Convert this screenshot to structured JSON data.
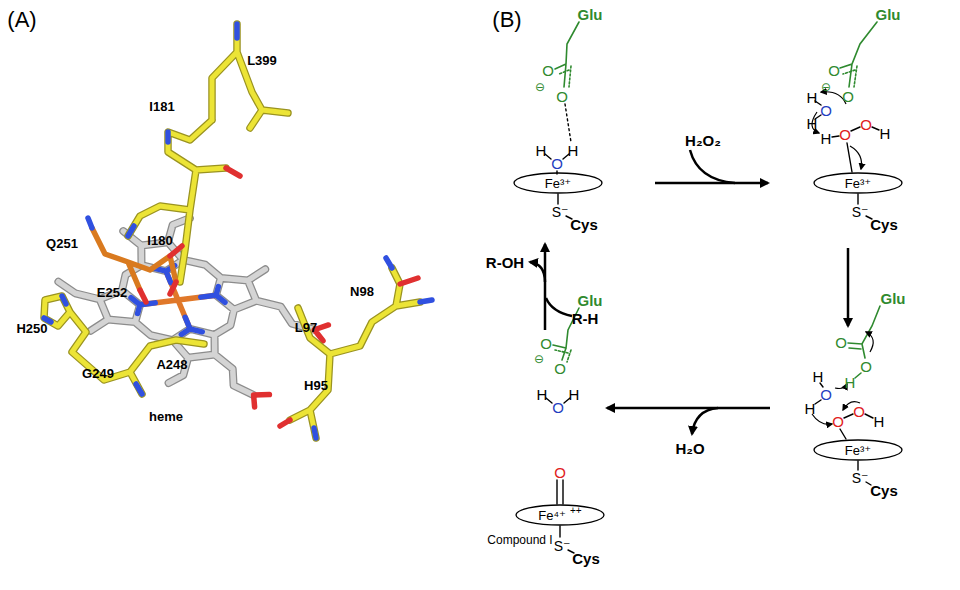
{
  "diagram": {
    "nodes": [
      {
        "text": [
          "Fe³⁺"
        ]
      },
      {
        "text": [
          "Fe³⁺"
        ]
      },
      {
        "text": [
          "Fe³⁺"
        ]
      },
      {
        "text": [
          "Fe⁴⁺",
          "++"
        ]
      }
    ],
    "labels": [
      "(A)",
      "L399",
      "I181",
      "Q251",
      "I180",
      "E252",
      "H250",
      "A248",
      "G249",
      "heme",
      "L97",
      "N98",
      "H95",
      "(B)",
      "Glu",
      "O",
      "⊖",
      "O",
      "H",
      "O",
      "H",
      "S⁻",
      "Cys",
      "H₂O₂",
      "Glu",
      "O",
      "⊖",
      "O",
      "H",
      "O",
      "H",
      "H",
      "O",
      "O",
      "H",
      "S⁻",
      "Cys",
      "Glu",
      "O",
      "O",
      "H",
      "H",
      "O",
      "H",
      "O",
      "O",
      "H",
      "S⁻",
      "Cys",
      "H₂O",
      "Glu",
      "O",
      "⊖",
      "O",
      "H",
      "O",
      "H",
      "O",
      "S⁻",
      "Cys",
      "Compound I",
      "R-OH",
      "R-H"
    ]
  }
}
